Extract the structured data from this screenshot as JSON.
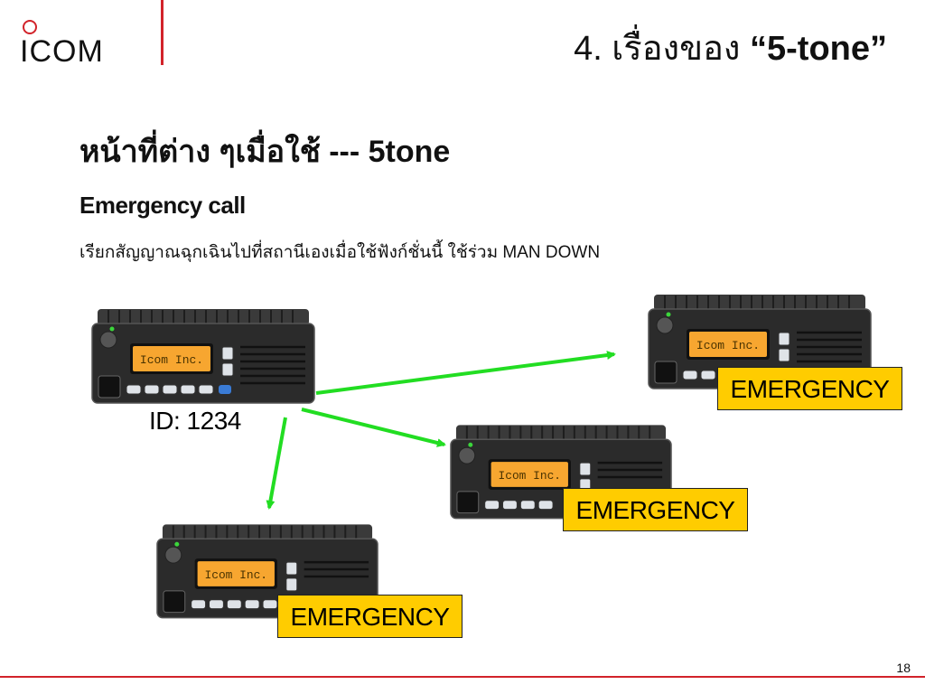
{
  "brand": {
    "logo_text": "ICOM",
    "accent_color": "#d2232a"
  },
  "header": {
    "title_prefix": "4. เรื่องของ ",
    "title_quoted": "“5-tone”"
  },
  "main": {
    "heading": "หน้าที่ต่าง ๆเมื่อใช้ --- 5tone",
    "subheading": "Emergency call",
    "description": "เรียกสัญญาณฉุกเฉินไปที่สถานีเองเมื่อใช้ฟังก์ชั่นนี้  ใช้ร่วม MAN DOWN"
  },
  "diagram": {
    "source": {
      "id_label": "ID: 1234",
      "display_text": "Icom Inc."
    },
    "targets": [
      {
        "display_text": "Icom Inc.",
        "badge": "EMERGENCY"
      },
      {
        "display_text": "Icom Inc.",
        "badge": "EMERGENCY"
      },
      {
        "display_text": "Icom Inc.",
        "badge": "EMERGENCY"
      }
    ],
    "arrow_color": "#22dd22",
    "badge_color": "#ffcc00"
  },
  "footer": {
    "page_number": "18"
  }
}
